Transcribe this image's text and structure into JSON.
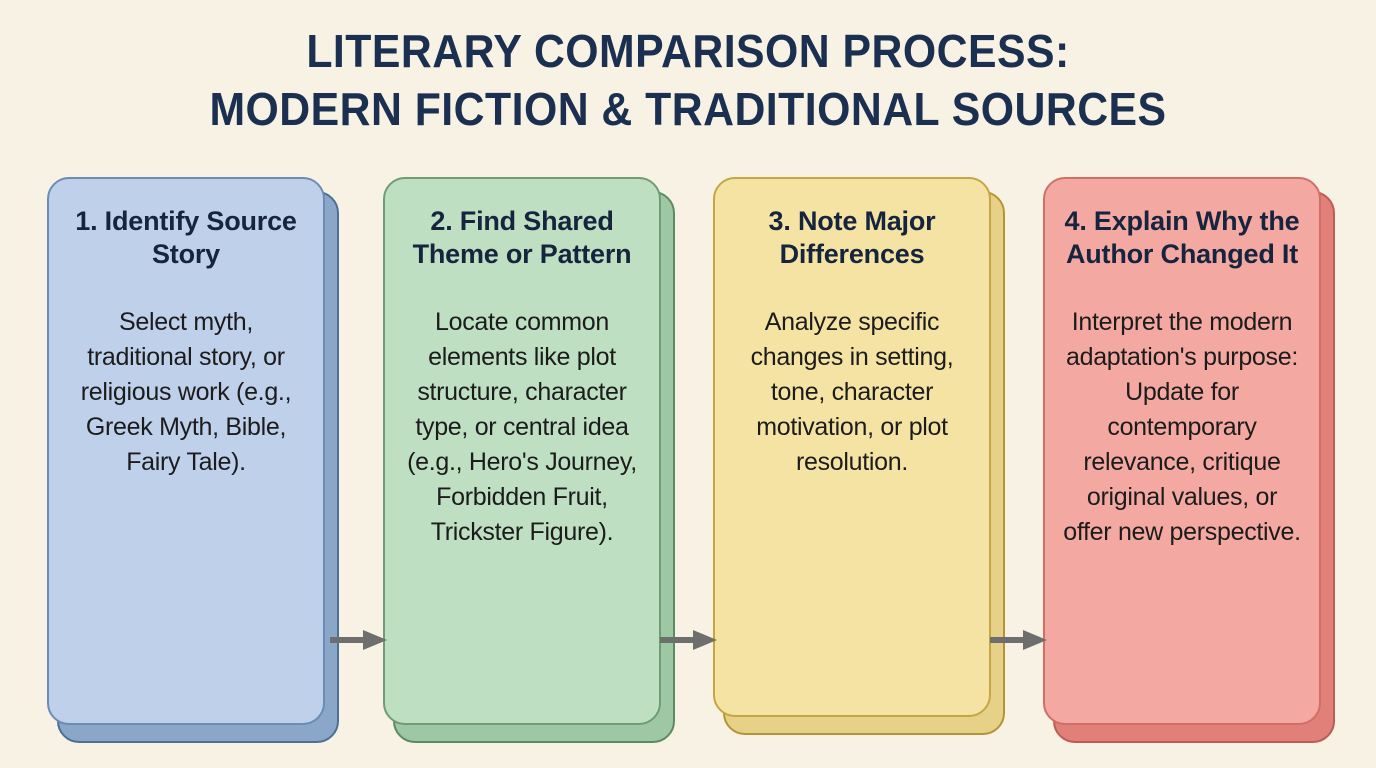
{
  "page": {
    "background_color": "#f7f2e4",
    "title_color": "#1b3050",
    "arrow_color": "#6e6e6e"
  },
  "header": {
    "title_line_1": "LITERARY COMPARISON PROCESS:",
    "title_line_2": "MODERN FICTION & TRADITIONAL SOURCES"
  },
  "flow": {
    "steps": [
      {
        "heading": "1. Identify Source Story",
        "body": "Select myth, traditional story, or religious work (e.g., Greek Myth, Bible, Fairy Tale).",
        "fill_color": "#bed0ea",
        "border_color": "#6c8cb5",
        "shadow_color": "#8aa6c8",
        "shadow_border_color": "#4e6f95"
      },
      {
        "heading": "2. Find Shared Theme or Pattern",
        "body": "Locate common elements like plot structure, character type, or central idea (e.g., Hero's Journey, Forbidden Fruit, Trickster Figure).",
        "fill_color": "#bedfc2",
        "border_color": "#6e9d74",
        "shadow_color": "#9ec7a3",
        "shadow_border_color": "#5c8a63"
      },
      {
        "heading": "3. Note Major Differences",
        "body": "Analyze specific changes in setting, tone, character motivation, or plot resolution.",
        "fill_color": "#f5e3a4",
        "border_color": "#c4a743",
        "shadow_color": "#e7d189",
        "shadow_border_color": "#b39633"
      },
      {
        "heading": "4. Explain Why the Author Changed It",
        "body": "Interpret the modern adaptation's purpose: Update for contemporary relevance, critique original values, or offer new perspective.",
        "fill_color": "#f4a8a2",
        "border_color": "#cf6f68",
        "shadow_color": "#e08079",
        "shadow_border_color": "#bd5b54"
      }
    ],
    "connectors": [
      {
        "label": "arrow-step-1-to-2"
      },
      {
        "label": "arrow-step-2-to-3"
      },
      {
        "label": "arrow-step-3-to-4"
      }
    ]
  }
}
